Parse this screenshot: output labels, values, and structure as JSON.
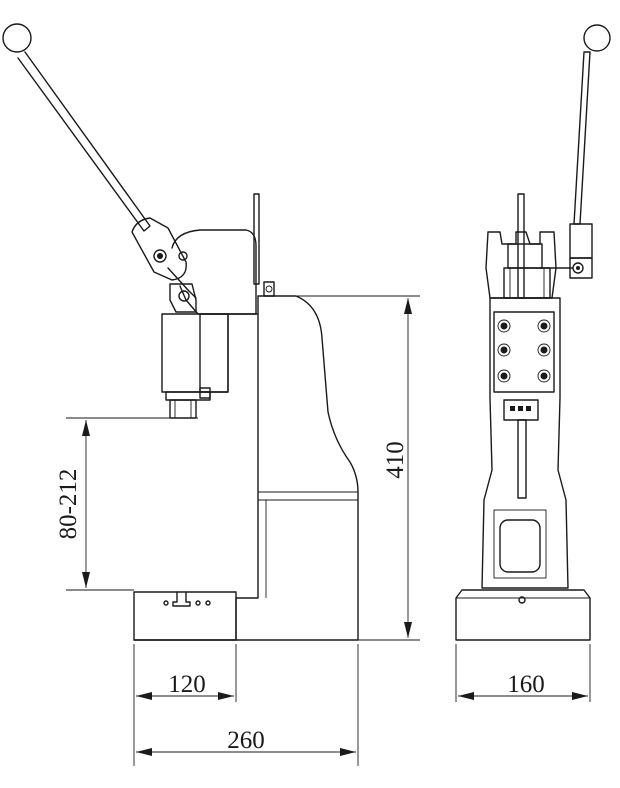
{
  "dimensions": {
    "base_depth": "120",
    "base_width": "260",
    "stroke_range": "80-212",
    "overall_height": "410",
    "side_width": "160"
  },
  "colors": {
    "line": "#1a1a1a",
    "background": "#ffffff"
  }
}
